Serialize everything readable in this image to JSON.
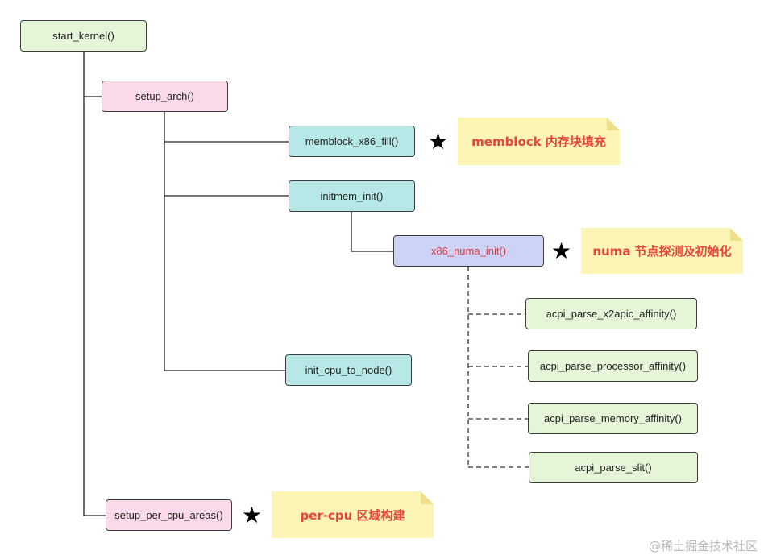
{
  "nodes": {
    "start_kernel": "start_kernel()",
    "setup_arch": "setup_arch()",
    "memblock_x86_fill": "memblock_x86_fill()",
    "initmem_init": "initmem_init()",
    "x86_numa_init": "x86_numa_init()",
    "acpi_parse_x2apic_affinity": "acpi_parse_x2apic_affinity()",
    "acpi_parse_processor_affinity": "acpi_parse_processor_affinity()",
    "acpi_parse_memory_affinity": "acpi_parse_memory_affinity()",
    "acpi_parse_slit": "acpi_parse_slit()",
    "init_cpu_to_node": "init_cpu_to_node()",
    "setup_per_cpu_areas": "setup_per_cpu_areas()"
  },
  "notes": {
    "memblock": "memblock 内存块填充",
    "numa": "numa 节点探测及初始化",
    "percpu": "per-cpu 区域构建"
  },
  "star_glyph": "★",
  "watermark": "@稀土掘金技术社区",
  "colors": {
    "green": "#e5f5d8",
    "pink": "#fad9ea",
    "cyan": "#b5e8e6",
    "purple": "#ccd3f7",
    "note_bg": "#fdf5b5",
    "note_text": "#e8453c",
    "highlight_text": "#e0393b"
  }
}
